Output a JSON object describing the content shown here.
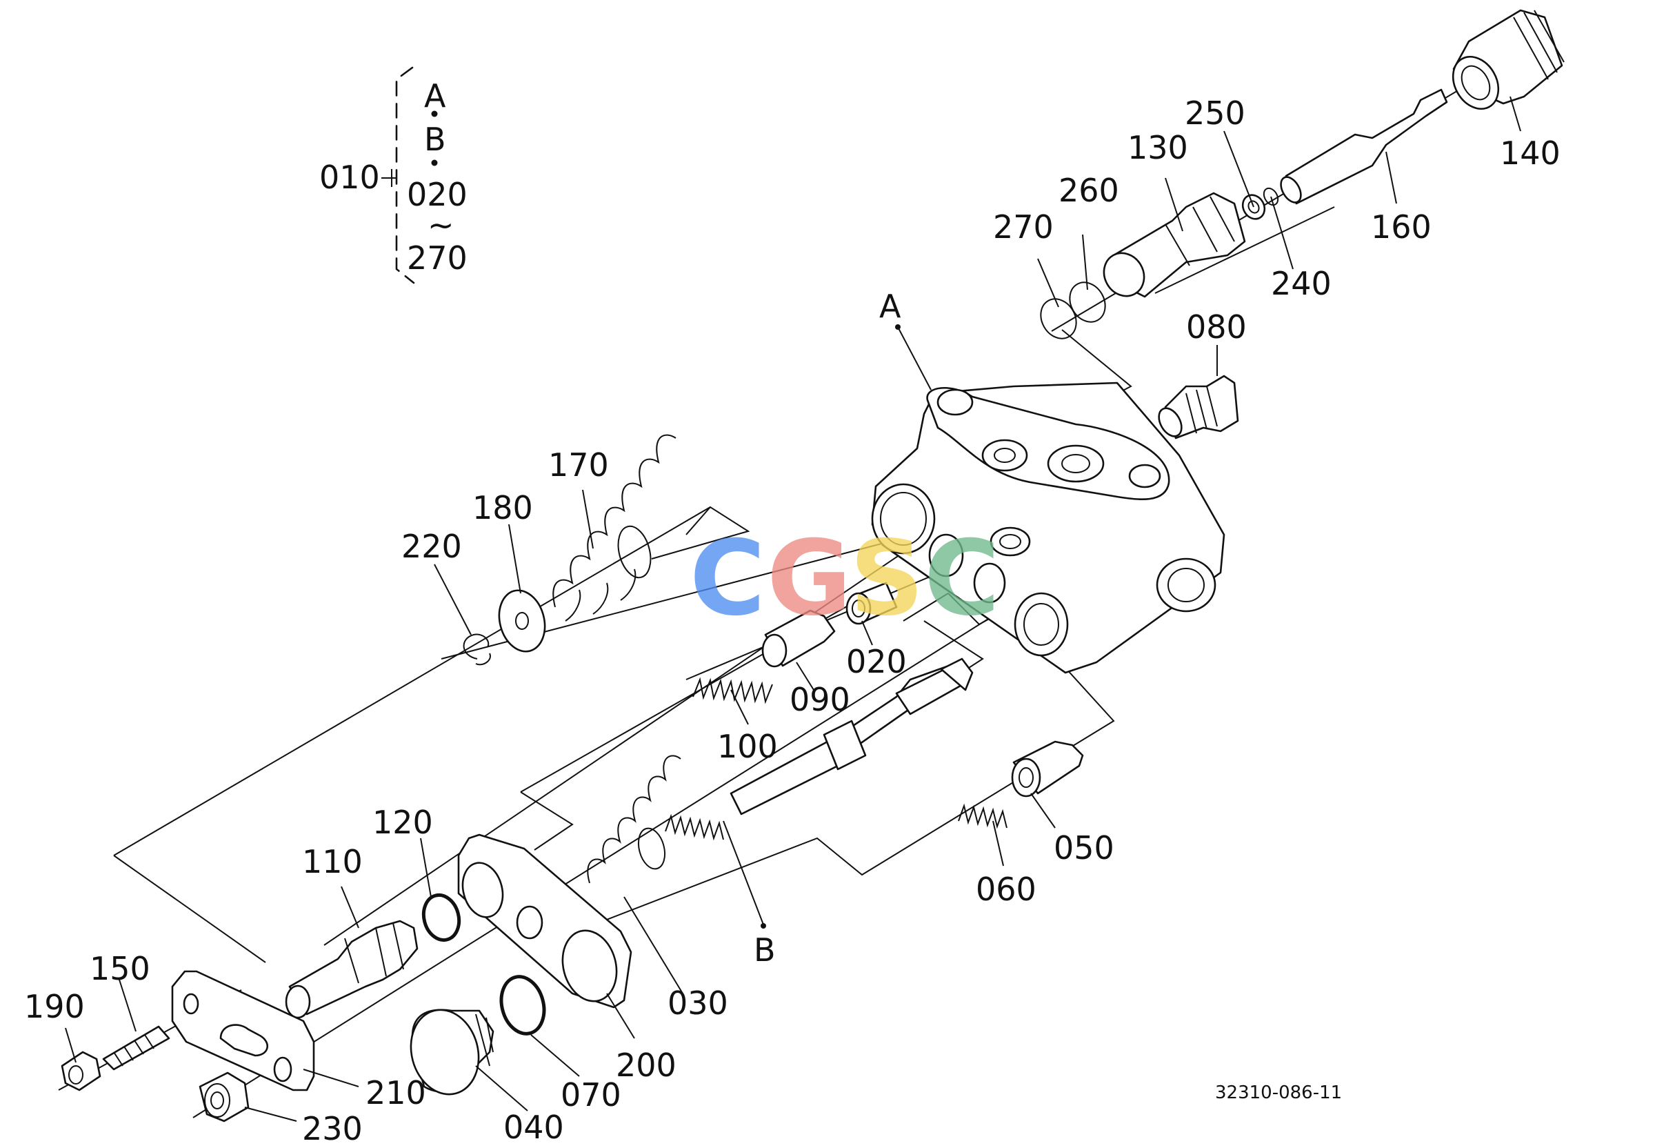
{
  "diagram": {
    "drawing_number": "32310-086-11",
    "assembly_bracket": {
      "label": "010",
      "items": [
        "A",
        "B",
        "020",
        "~",
        "270"
      ]
    },
    "reference_points": [
      "A",
      "B"
    ],
    "callouts": [
      "020",
      "030",
      "040",
      "050",
      "060",
      "070",
      "080",
      "090",
      "100",
      "110",
      "120",
      "130",
      "140",
      "150",
      "160",
      "170",
      "180",
      "190",
      "200",
      "210",
      "220",
      "230",
      "240",
      "250",
      "260",
      "270"
    ],
    "watermark": {
      "letters": [
        "C",
        "G",
        "S",
        "C"
      ],
      "colors": [
        "#4f8ef0",
        "#ee8a82",
        "#f4d55a",
        "#6fb98b"
      ]
    }
  }
}
